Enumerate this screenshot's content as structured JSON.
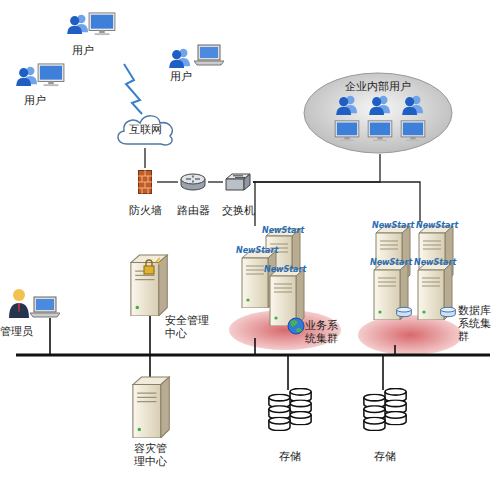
{
  "diagram": {
    "nodes": [
      {
        "text": [
          "用户"
        ]
      },
      {
        "text": [
          "用户"
        ]
      },
      {
        "text": [
          "用户"
        ]
      },
      {
        "text": [
          "互联网"
        ]
      },
      {
        "text": [
          "防火墙"
        ]
      },
      {
        "text": [
          "路由器"
        ]
      },
      {
        "text": [
          "交换机"
        ]
      },
      {
        "text": [
          "企业内部用户"
        ]
      },
      {
        "text": [
          "业务系统集群"
        ]
      },
      {
        "text": [
          "数据库系统集群"
        ]
      },
      {
        "text": [
          "安全管理中心"
        ]
      },
      {
        "text": [
          "管理员"
        ]
      },
      {
        "text": [
          "容灾管理中心"
        ]
      },
      {
        "text": [
          "存储"
        ]
      },
      {
        "text": [
          "存储"
        ]
      }
    ],
    "edges": [
      {
        "from": 3,
        "to": 4,
        "arrow": "none"
      },
      {
        "from": 4,
        "to": 5,
        "arrow": "none"
      },
      {
        "from": 5,
        "to": 6,
        "arrow": "none"
      },
      {
        "from": 6,
        "to": 8,
        "arrow": "none"
      },
      {
        "from": 6,
        "to": 9,
        "arrow": "none"
      },
      {
        "from": 6,
        "to": 7,
        "arrow": "none"
      }
    ],
    "labels": [
      "NewStart",
      "NewStart",
      "NewStart",
      "NewStart",
      "NewStart",
      "NewStart",
      "NewStart"
    ]
  }
}
